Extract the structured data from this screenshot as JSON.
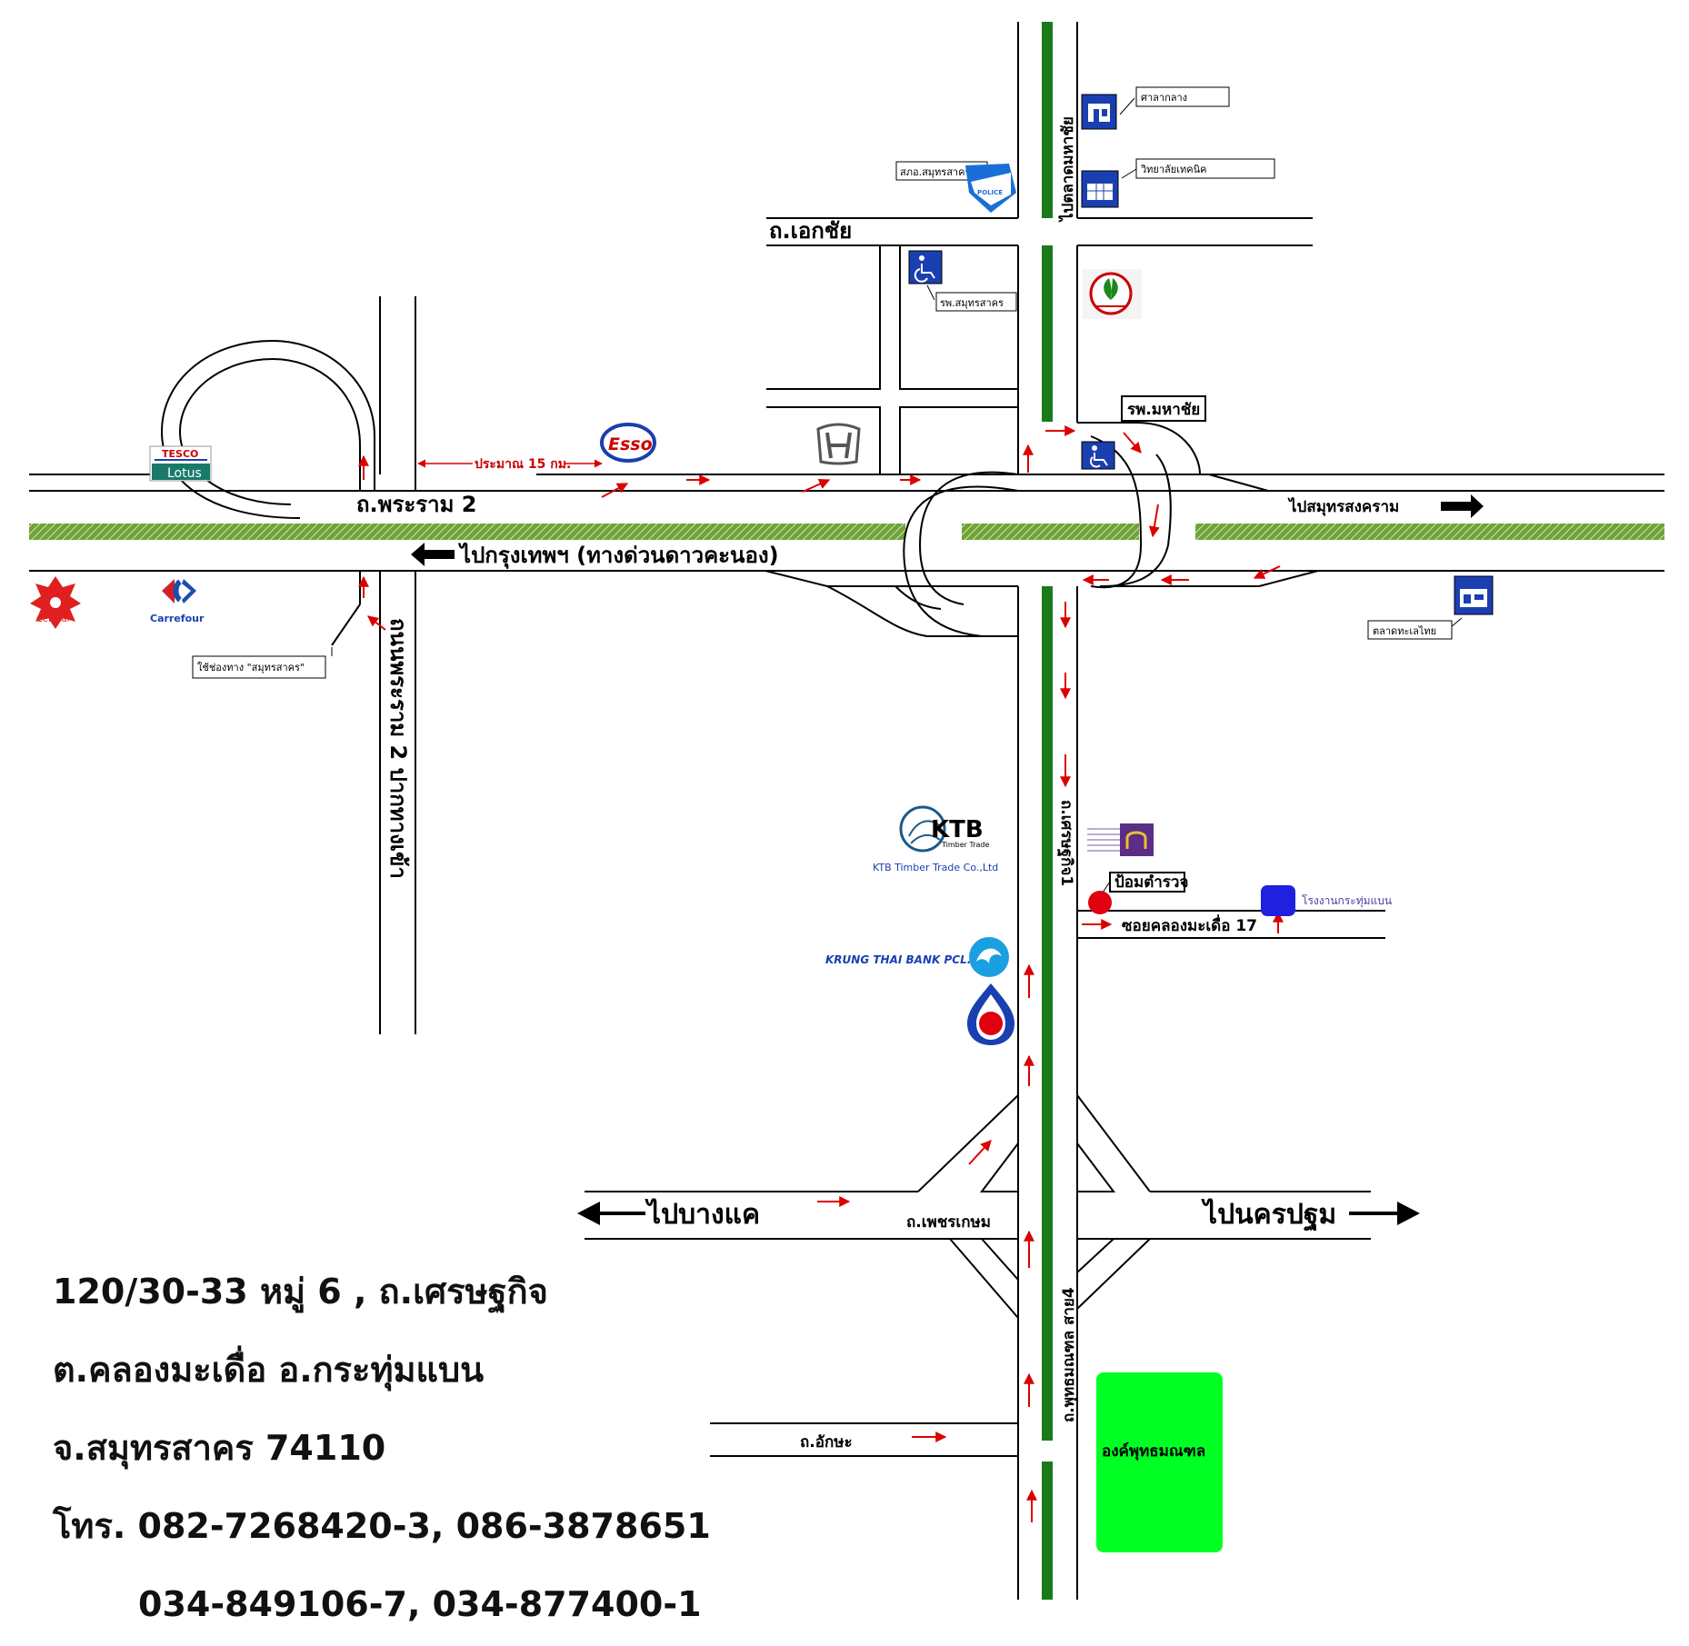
{
  "roads": {
    "rama2": "ถ.พระราม 2",
    "ekachai": "ถ.เอกชัย",
    "phetkasem": "ถ.เพชรเกษม",
    "aksa": "ถ.อักษะ",
    "setthakit1": "ถ.เศรษฐกิจ1",
    "phutthamonthon4": "ถ.พุทธมณฑล สาย4",
    "rama2_left_vertical": "ถนนพระราม 2 ปากทางเข้า",
    "soi": "ซอยคลองมะเดื่อ 17"
  },
  "directions": {
    "to_mahachai": "ไปตลาดมหาชัย",
    "to_samut_songkhram": "ไปสมุทรสงคราม",
    "to_bangkok": "ไปกรุงเทพฯ (ทางด่วนดาวคะนอง)",
    "to_bang_khae": "ไปบางแค",
    "to_nakhon_pathom": "ไปนครปฐม"
  },
  "distance_note": "ประมาณ 15 กม.",
  "places": {
    "city_hall": "ศาลากลาง",
    "technical_college": "วิทยาลัยเทคนิค",
    "police_station": "สภอ.สมุทรสาคร",
    "samut_sakhon_hospital": "รพ.สมุทรสาคร",
    "mahachai_hospital": "รพ.มหาชัย",
    "talay_thai_market": "ตลาดทะเลไทย",
    "use_lane": "ใช้ช่องทาง \"สมุทรสาคร\"",
    "police_box": "ป้อมตำรวจ",
    "factory": "โรงงานกระทุ่มแบน",
    "phutthamonthon_buddha": "องค์พุทธมณฑล"
  },
  "logos": {
    "tesco_top": "TESCO",
    "tesco_bottom": "Lotus",
    "esso": "Esso",
    "central": "Central",
    "carrefour": "Carrefour",
    "ktb_timber": "KTB",
    "ktb_timber_sub": "Timber Trade",
    "ktb_timber_full": "KTB Timber Trade Co.,Ltd",
    "krung_thai": "KRUNG THAI BANK PCL.",
    "police_sign": "POLICE",
    "city_hall_sign": "ศาลากลาง"
  },
  "address": {
    "line1": "120/30-33 หมู่ 6 , ถ.เศรษฐกิจ",
    "line2": "ต.คลองมะเดื่อ  อ.กระทุ่มแบน",
    "line3": "จ.สมุทรสาคร   74110",
    "line4": "โทร. 082-7268420-3, 086-3878651",
    "line5": "034-849106-7, 034-877400-1"
  },
  "colors": {
    "median_green": "#1a7a1a",
    "hatched_median": "#7fb24a",
    "arrow_red": "#dd0000",
    "buddha_green": "#00ff22",
    "sign_blue": "#1a3fb0"
  }
}
